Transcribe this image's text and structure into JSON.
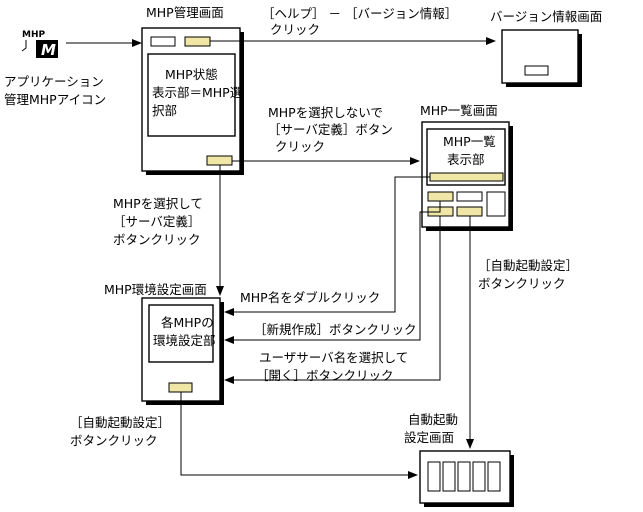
{
  "icon": {
    "label_line1": "アプリケーション",
    "label_line2": "管理MHPアイコン",
    "glyph_small": "MHP",
    "glyph_large": "M"
  },
  "screens": {
    "mhp_manager": {
      "title": "MHP管理画面",
      "inner": [
        "MHP状態",
        "表示部＝MHP選",
        "択部"
      ]
    },
    "version": {
      "title": "バージョン情報画面"
    },
    "mhp_list": {
      "title": "MHP一覧画面",
      "inner": [
        "MHP一覧",
        "表示部"
      ]
    },
    "env_settings": {
      "title": "MHP環境設定画面",
      "inner": [
        "各MHPの",
        "環境設定部"
      ]
    },
    "auto_start": {
      "title_line1": "自動起動",
      "title_line2": "設定画面"
    }
  },
  "transitions": {
    "help_version": [
      "［ヘルプ］ － ［バージョン情報］",
      "クリック"
    ],
    "no_select_server": [
      "MHPを選択しないで",
      "［サーバ定義］ボタン",
      "クリック"
    ],
    "select_server": [
      "MHPを選択して",
      "［サーバ定義］",
      "ボタンクリック"
    ],
    "double_click": "MHP名をダブルクリック",
    "new_create": "［新規作成］ボタンクリック",
    "open_user": [
      "ユーザサーバ名を選択して",
      "［開く］ボタンクリック"
    ],
    "auto_start_list": [
      "［自動起動設定］",
      "ボタンクリック"
    ],
    "auto_start_env": [
      "［自動起動設定］",
      "ボタンクリック"
    ]
  }
}
